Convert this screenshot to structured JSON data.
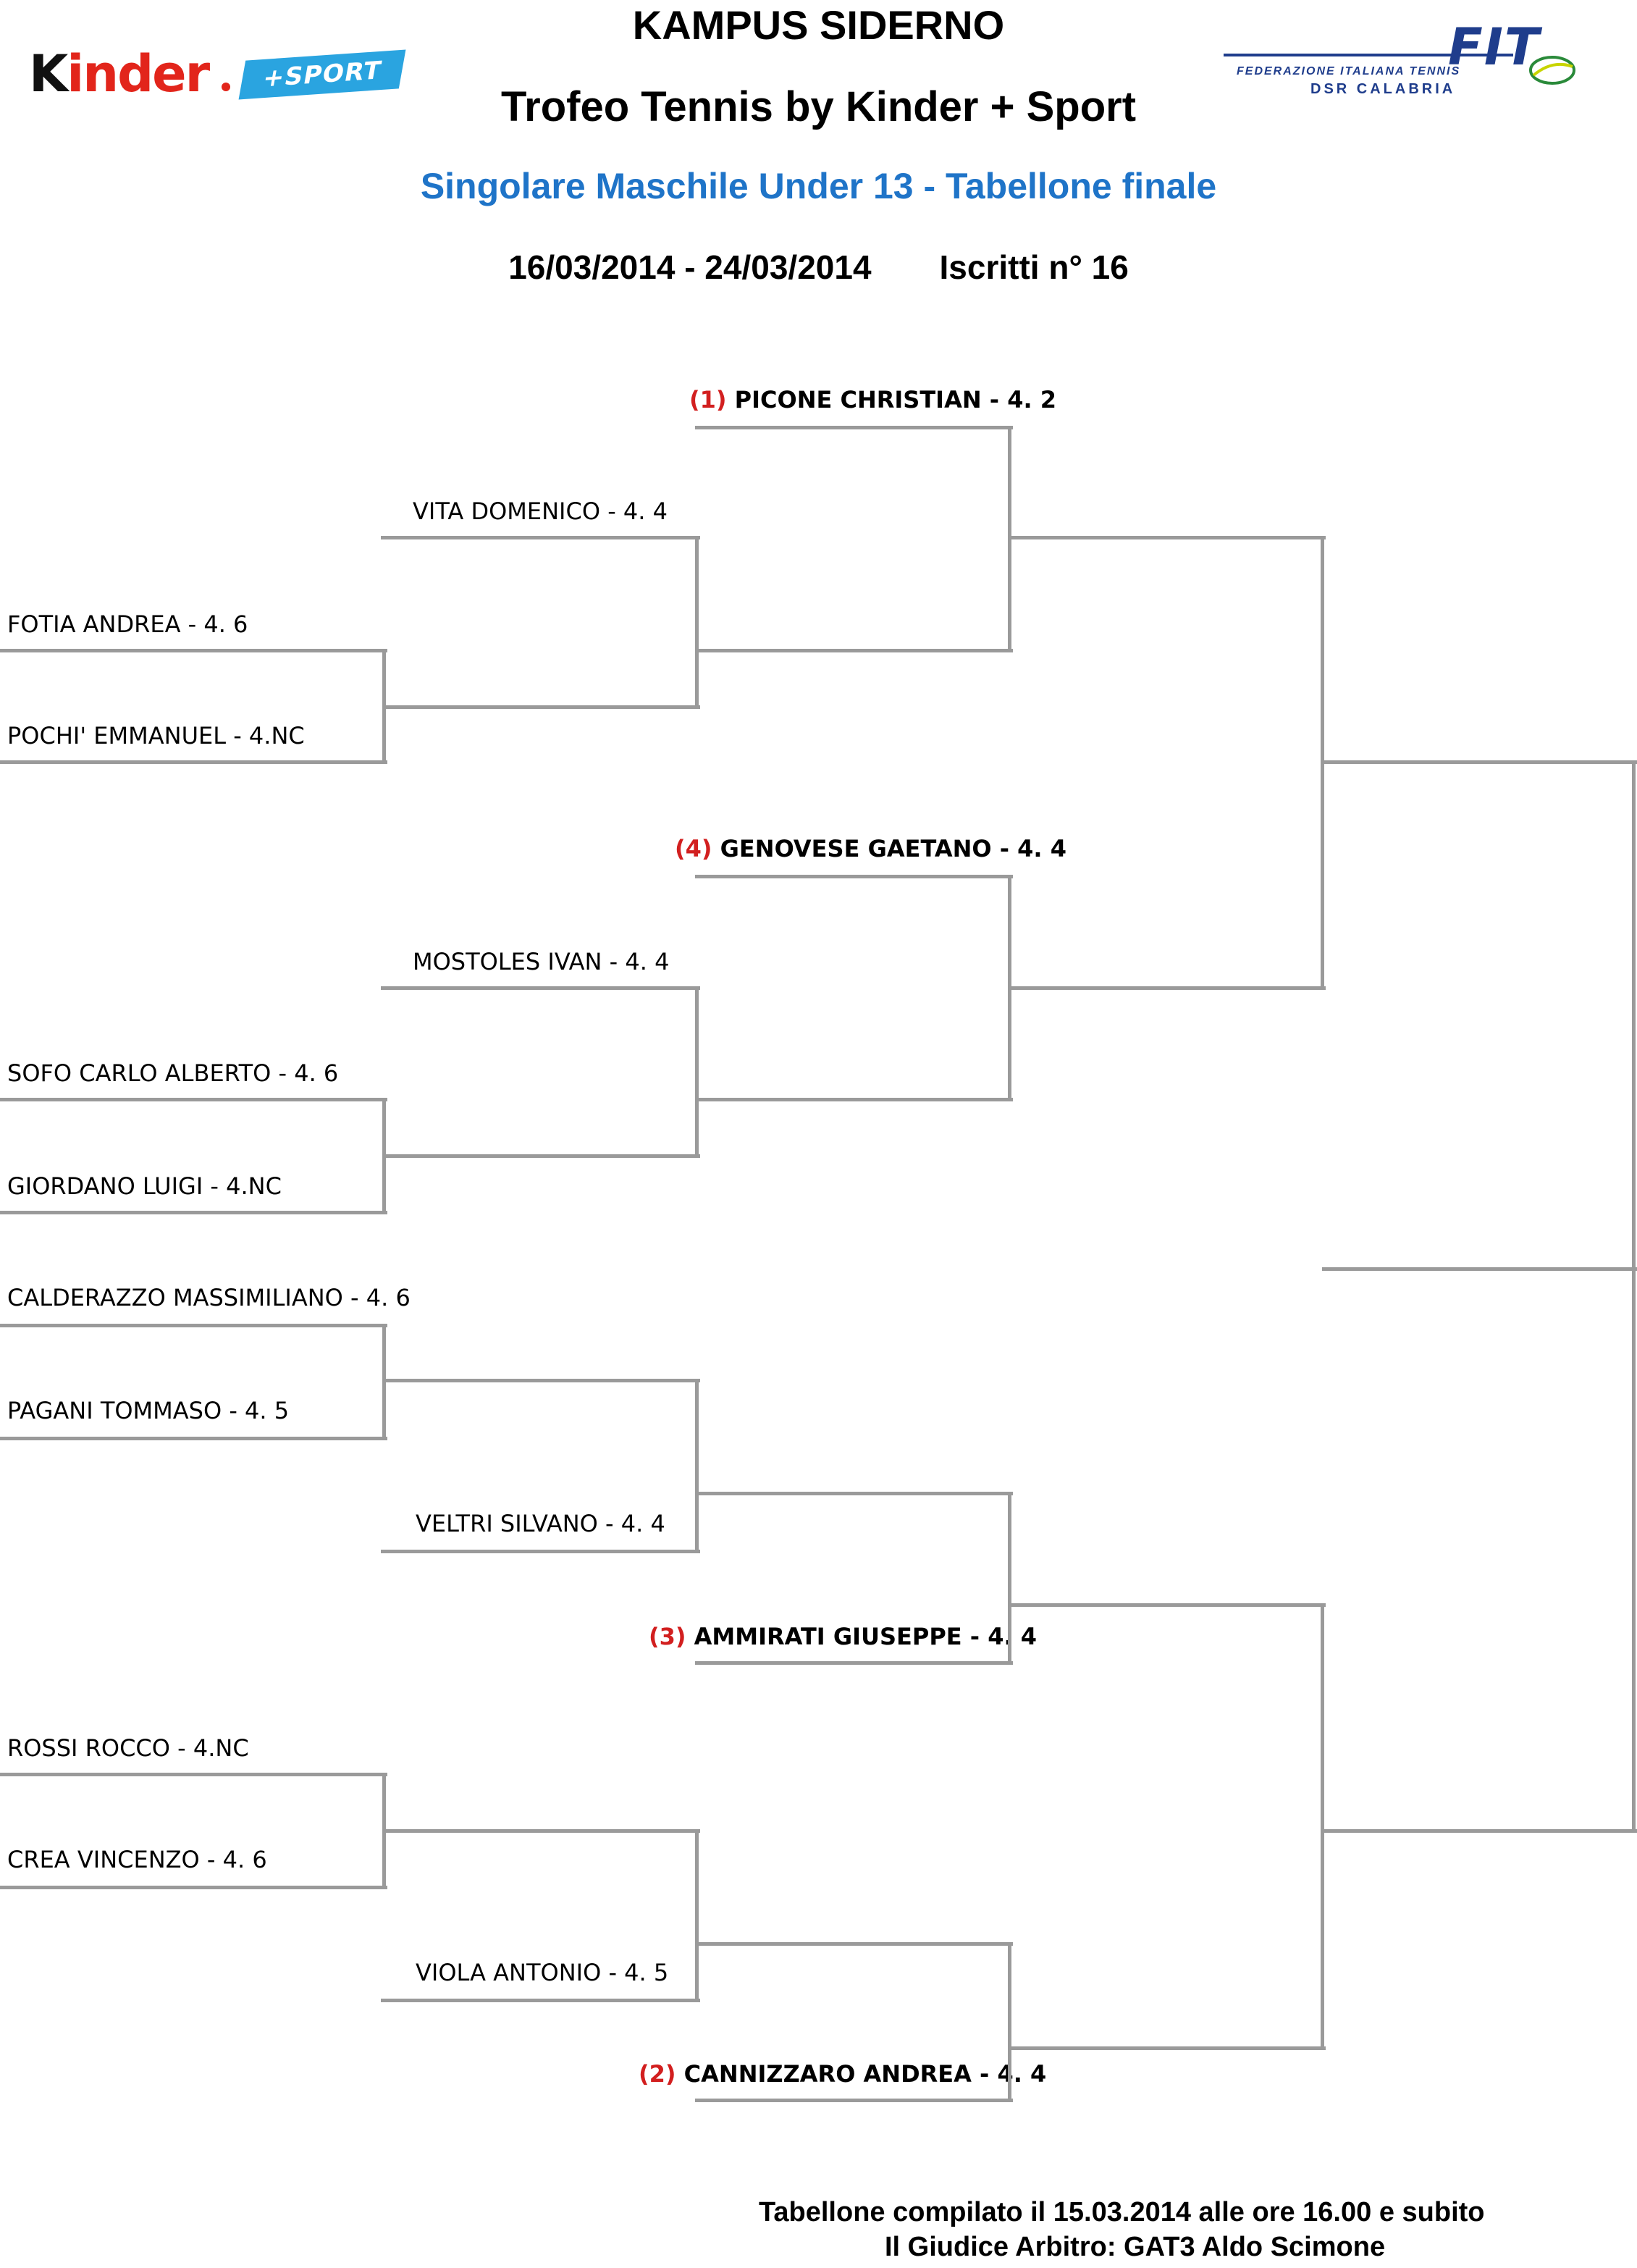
{
  "header": {
    "title": "KAMPUS SIDERNO",
    "subtitle": "Trofeo Tennis by Kinder + Sport",
    "draw_name": "Singolare Maschile Under 13 - Tabellone finale",
    "dates": "16/03/2014 - 24/03/2014",
    "entries": "Iscritti n° 16"
  },
  "logos": {
    "kinder": {
      "word": "kinder",
      "first_letter": "k",
      "sport": "+SPORT"
    },
    "fit": {
      "word": "FIT",
      "line1": "FEDERAZIONE ITALIANA TENNIS",
      "line2": "DSR CALABRIA"
    }
  },
  "bracket": {
    "round2_seeds": [
      {
        "seed": "(1)",
        "name": "PICONE CHRISTIAN - 4. 2"
      },
      {
        "seed": "(4)",
        "name": "GENOVESE GAETANO - 4. 4"
      },
      {
        "seed": "(3)",
        "name": "AMMIRATI GIUSEPPE - 4. 4"
      },
      {
        "seed": "(2)",
        "name": "CANNIZZARO ANDREA - 4. 4"
      }
    ],
    "round2_others": [
      "VITA DOMENICO - 4. 4",
      "MOSTOLES IVAN - 4. 4",
      "VELTRI SILVANO - 4. 4",
      "VIOLA ANTONIO - 4. 5"
    ],
    "round1": [
      "FOTIA ANDREA - 4. 6",
      "POCHI' EMMANUEL - 4.NC",
      "SOFO CARLO ALBERTO - 4. 6",
      "GIORDANO LUIGI - 4.NC",
      "CALDERAZZO MASSIMILIANO - 4. 6",
      "PAGANI TOMMASO - 4. 5",
      "ROSSI ROCCO - 4.NC",
      "CREA VINCENZO - 4. 6"
    ]
  },
  "footer": {
    "line1": "Tabellone compilato il 15.03.2014 alle ore 16.00 e subito",
    "line2": "Il Giudice Arbitro: GAT3 Aldo Scimone"
  },
  "colors": {
    "seed": "#d21f1f",
    "draw_title": "#1f74c8",
    "bracket_line": "#9a9a9a"
  }
}
